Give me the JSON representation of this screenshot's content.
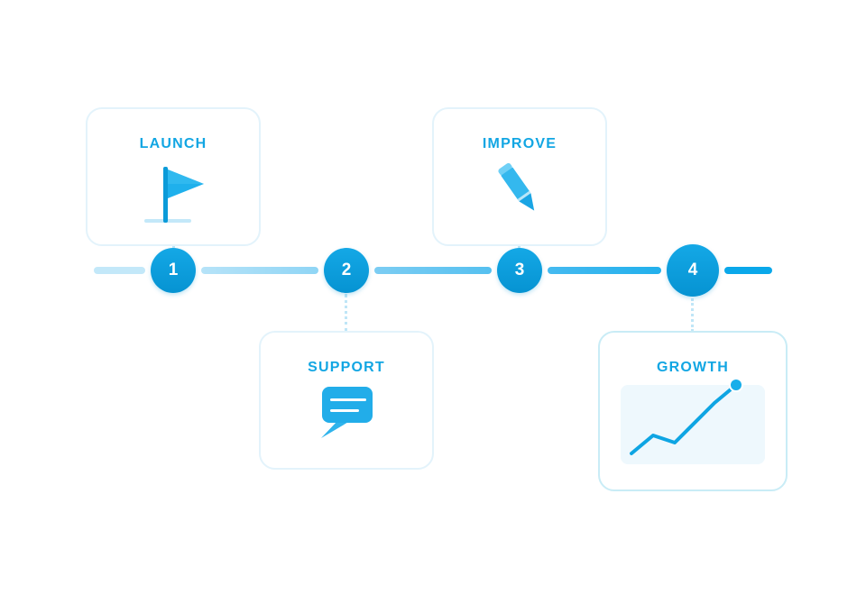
{
  "colors": {
    "accent": "#0ea5e3",
    "node": "#0a9ad9",
    "track_light": "#bfe7f8",
    "track_dark": "#0aa8ea",
    "card_border": "#e3f3fb",
    "chart_bg": "#eef8fd"
  },
  "steps": [
    {
      "number": "1",
      "title": "LAUNCH",
      "icon": "flag-icon"
    },
    {
      "number": "2",
      "title": "SUPPORT",
      "icon": "chat-bubble-icon"
    },
    {
      "number": "3",
      "title": "IMPROVE",
      "icon": "pencil-icon"
    },
    {
      "number": "4",
      "title": "GROWTH",
      "icon": "growth-chart-icon"
    }
  ]
}
